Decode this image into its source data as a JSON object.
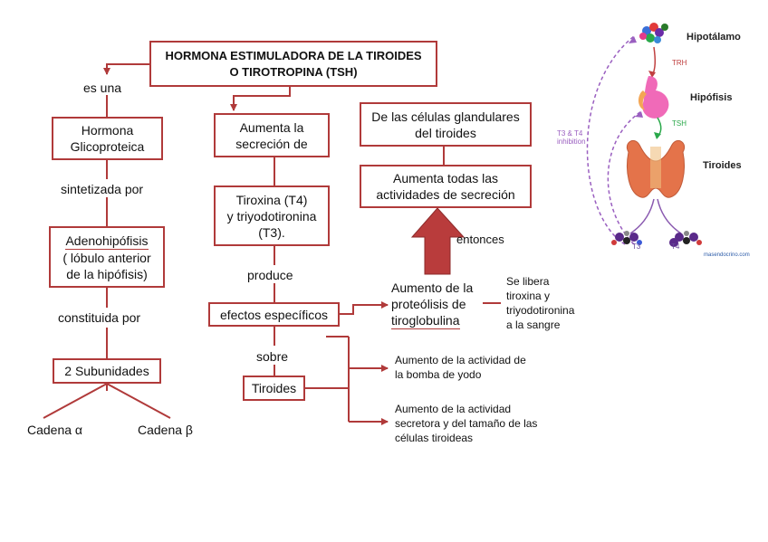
{
  "title_box": {
    "line1": "HORMONA ESTIMULADORA DE LA TIROIDES",
    "line2": "O TIROTROPINA (TSH)"
  },
  "left": {
    "es_una": "es una",
    "hormona_line1": "Hormona",
    "hormona_line2": "Glicoproteica",
    "sintetizada": "sintetizada por",
    "adeno_line1": "Adenohipófisis",
    "adeno_line2": "( lóbulo anterior",
    "adeno_line3": "de la hipófisis)",
    "constituida": "constituida por",
    "subunidades": "2 Subunidades",
    "cadena_a": "Cadena α",
    "cadena_b": "Cadena β"
  },
  "middle": {
    "aumenta_line1": "Aumenta la",
    "aumenta_line2": "secreción de",
    "tiroxina_line1": "Tiroxina (T4)",
    "tiroxina_line2": "y triyodotironina",
    "tiroxina_line3": "(T3).",
    "produce": "produce",
    "efectos": "efectos específicos",
    "sobre": "sobre",
    "tiroides": "Tiroides"
  },
  "right": {
    "celulas_line1": "De las células glandulares",
    "celulas_line2": "del tiroides",
    "aumenta_todas_line1": "Aumenta todas las",
    "aumenta_todas_line2": "actividades de secreción",
    "entonces": "entonces",
    "proteolisis_line1": "Aumento de la",
    "proteolisis_line2": "proteólisis de",
    "proteolisis_line3": "tiroglobulina",
    "libera_line1": "Se libera",
    "libera_line2": "tiroxina y",
    "libera_line3": "triyodotironina",
    "libera_line4": "a la sangre",
    "bomba_line1": "Aumento de la actividad de",
    "bomba_line2": "la bomba de yodo",
    "secretora_line1": "Aumento de la actividad",
    "secretora_line2": "secretora y del tamaño de las",
    "secretora_line3": "células tiroideas"
  },
  "figure": {
    "hipotalamo": "Hipotálamo",
    "trh": "TRH",
    "hipofisis": "Hipófisis",
    "tsh": "TSH",
    "tiroides": "Tiroides",
    "inhibition_line1": "T3 & T4",
    "inhibition_line2": "inhibition",
    "t3": "T3",
    "t4": "T4",
    "source": "masendocrino.com"
  }
}
